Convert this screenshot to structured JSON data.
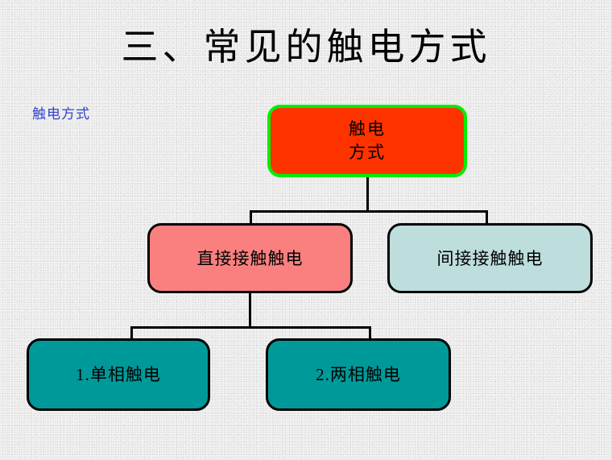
{
  "slide": {
    "title": "三、常见的触电方式",
    "caption": "触电方式",
    "background_color": "#ececec"
  },
  "diagram": {
    "type": "tree",
    "nodes": [
      {
        "id": "root",
        "label_line1": "触电",
        "label_line2": "方式",
        "fill": "#FF3300",
        "border": "#00EE00",
        "level": 1
      },
      {
        "id": "direct",
        "label": "直接接触触电",
        "fill": "#FA8080",
        "border": "#000000",
        "level": 2
      },
      {
        "id": "indirect",
        "label": "间接接触触电",
        "fill": "#BEDDDD",
        "border": "#000000",
        "level": 2
      },
      {
        "id": "single-phase",
        "label": "1.单相触电",
        "fill": "#009999",
        "border": "#000000",
        "level": 3
      },
      {
        "id": "two-phase",
        "label": "2.两相触电",
        "fill": "#009999",
        "border": "#000000",
        "level": 3
      }
    ],
    "edges": [
      {
        "from": "root",
        "to": "direct"
      },
      {
        "from": "root",
        "to": "indirect"
      },
      {
        "from": "direct",
        "to": "single-phase"
      },
      {
        "from": "direct",
        "to": "two-phase"
      }
    ]
  }
}
